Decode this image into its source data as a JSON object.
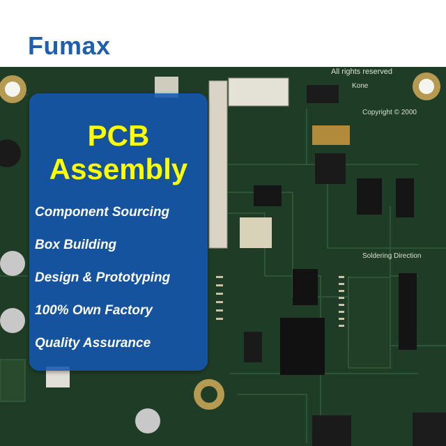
{
  "brand": {
    "logo": "Fumax",
    "logo_color": "#1f5fae"
  },
  "panel": {
    "title_line1": "PCB",
    "title_line2": "Assembly",
    "title_color": "#ffff00",
    "bg_color": "#1656b0",
    "features": [
      "Component Sourcing",
      "Box Building",
      "Design & Prototyping",
      "100% Own Factory",
      "Quality Assurance"
    ]
  },
  "board": {
    "silkscreen": [
      "All rights reserved",
      "Copyright © 2000",
      "Soldering Direction",
      "Kone"
    ]
  }
}
